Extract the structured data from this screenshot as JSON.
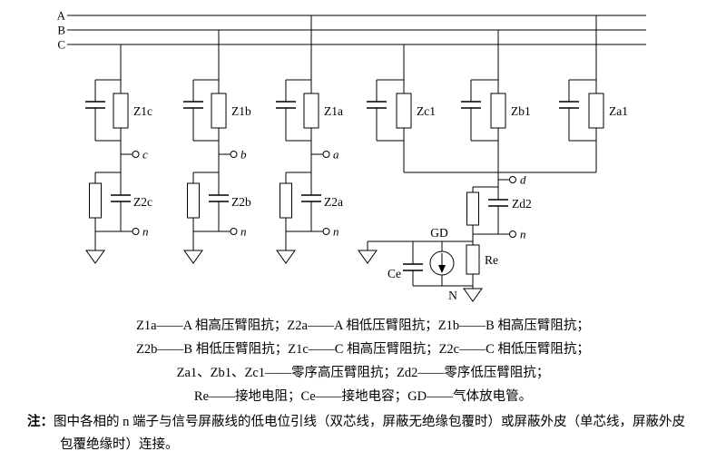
{
  "diagram": {
    "phase_labels": {
      "a": "A",
      "b": "B",
      "c": "C"
    },
    "impedance_labels": {
      "z1c": "Z1c",
      "z1b": "Z1b",
      "z1a": "Z1a",
      "zc1": "Zc1",
      "zb1": "Zb1",
      "za1": "Za1",
      "z2c": "Z2c",
      "z2b": "Z2b",
      "z2a": "Z2a",
      "zd2": "Zd2"
    },
    "terminal_labels": {
      "c": "c",
      "b": "b",
      "a": "a",
      "d": "d",
      "n": "n"
    },
    "component_labels": {
      "gd": "GD",
      "ce": "Ce",
      "re": "Re",
      "neutral": "N"
    }
  },
  "legend": {
    "lines": [
      "Z1a——A 相高压臂阻抗；Z2a——A 相低压臂阻抗；Z1b——B 相高压臂阻抗；",
      "Z2b——B 相低压臂阻抗；Z1c——C 相高压臂阻抗；Z2c——C 相低压臂阻抗；",
      "Za1、Zb1、Zc1——零序高压臂阻抗；Zd2——零序低压臂阻抗；",
      "Re——接地电阻；Ce——接地电容；GD——气体放电管。"
    ]
  },
  "note": {
    "prefix": "注：",
    "line1": "图中各相的 n 端子与信号屏蔽线的低电位引线（双芯线，屏蔽无绝缘包覆时）或屏蔽外皮（单芯线，屏蔽外皮",
    "line2": "包覆绝缘时）连接。"
  }
}
